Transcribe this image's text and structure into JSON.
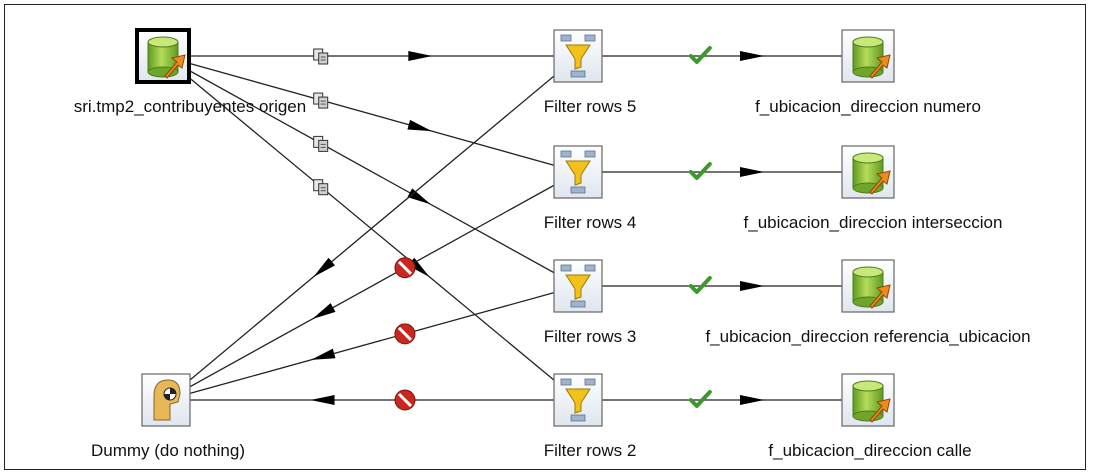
{
  "nodes": {
    "source": {
      "label": "sri.tmp2_contribuyentes origen",
      "icon": "table-input-icon"
    },
    "filter5": {
      "label": "Filter rows 5",
      "icon": "filter-icon"
    },
    "filter4": {
      "label": "Filter rows 4",
      "icon": "filter-icon"
    },
    "filter3": {
      "label": "Filter rows 3",
      "icon": "filter-icon"
    },
    "filter2": {
      "label": "Filter rows 2",
      "icon": "filter-icon"
    },
    "out_numero": {
      "label": "f_ubicacion_direccion numero",
      "icon": "table-output-icon"
    },
    "out_interseccion": {
      "label": "f_ubicacion_direccion interseccion",
      "icon": "table-output-icon"
    },
    "out_referencia": {
      "label": "f_ubicacion_direccion referencia_ubicacion",
      "icon": "table-output-icon"
    },
    "out_calle": {
      "label": "f_ubicacion_direccion calle",
      "icon": "table-output-icon"
    },
    "dummy": {
      "label": "Dummy (do nothing)",
      "icon": "dummy-icon"
    }
  },
  "hops": [
    {
      "from": "source",
      "to": "filter5",
      "kind": "copy"
    },
    {
      "from": "source",
      "to": "filter4",
      "kind": "copy"
    },
    {
      "from": "source",
      "to": "filter3",
      "kind": "copy"
    },
    {
      "from": "source",
      "to": "filter2",
      "kind": "copy"
    },
    {
      "from": "filter5",
      "to": "out_numero",
      "kind": "true"
    },
    {
      "from": "filter4",
      "to": "out_interseccion",
      "kind": "true"
    },
    {
      "from": "filter3",
      "to": "out_referencia",
      "kind": "true"
    },
    {
      "from": "filter2",
      "to": "out_calle",
      "kind": "true"
    },
    {
      "from": "filter5",
      "to": "dummy",
      "kind": "plain"
    },
    {
      "from": "filter4",
      "to": "dummy",
      "kind": "false"
    },
    {
      "from": "filter3",
      "to": "dummy",
      "kind": "false"
    },
    {
      "from": "filter2",
      "to": "dummy",
      "kind": "false"
    }
  ],
  "colors": {
    "hop_line": "#222222",
    "true_check": "#3a9a2a",
    "false_stop": "#c8281e",
    "db_green": "#7db83a",
    "arrow_orange": "#f08a1c",
    "filter_yellow": "#f2c21b"
  }
}
